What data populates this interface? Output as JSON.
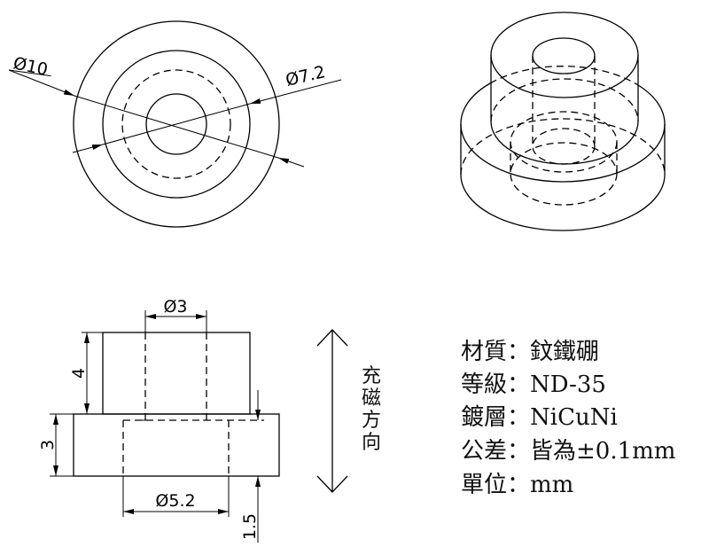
{
  "top_view": {
    "dim_outer": "Ø10",
    "dim_mid": "Ø7.2"
  },
  "front_view": {
    "dim_hole": "Ø3",
    "dim_boss_height": "4",
    "dim_base_height": "3",
    "dim_counterbore": "Ø5.2",
    "dim_counterbore_depth": "1.5"
  },
  "magnetization": {
    "chars": [
      "充",
      "磁",
      "方",
      "向"
    ]
  },
  "specs": [
    {
      "label": "材質",
      "value": "：鈫鐵硼"
    },
    {
      "label": "等級",
      "value": "：ND-35"
    },
    {
      "label": "鍍層",
      "value": "：NiCuNi"
    },
    {
      "label": "公差",
      "value": "：皆為±0.1mm"
    },
    {
      "label": "單位",
      "value": "：mm"
    }
  ]
}
